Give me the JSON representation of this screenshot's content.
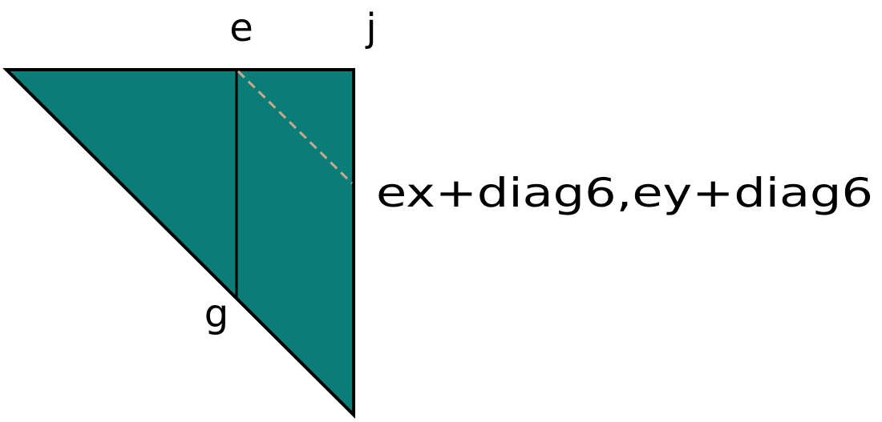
{
  "labels": {
    "e": "e",
    "j": "j",
    "g": "g",
    "offset_point": "ex+diag6,ey+diag6"
  },
  "colors": {
    "fill": "#0b7d78",
    "stroke": "#000000",
    "dashed": "#c9a98a",
    "background": "#ffffff"
  }
}
